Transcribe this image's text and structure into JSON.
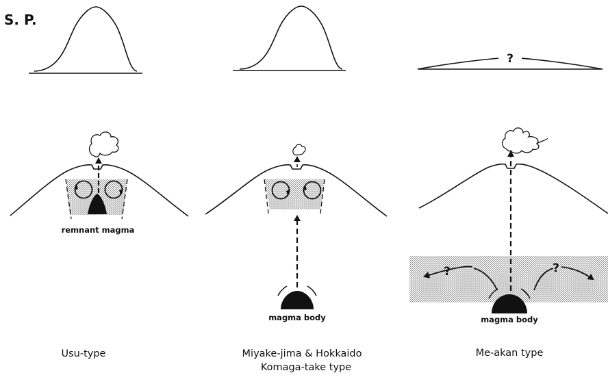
{
  "axis_label": "S. P.",
  "question_mark": "?",
  "panels": [
    {
      "caption_lines": [
        "Usu-type"
      ],
      "magma_label": "remnant magma"
    },
    {
      "caption_lines": [
        "Miyake-jima & Hokkaido",
        "Komaga-take type"
      ],
      "magma_label": "magma body"
    },
    {
      "caption_lines": [
        "Me-akan type"
      ],
      "magma_label": "magma body"
    }
  ]
}
